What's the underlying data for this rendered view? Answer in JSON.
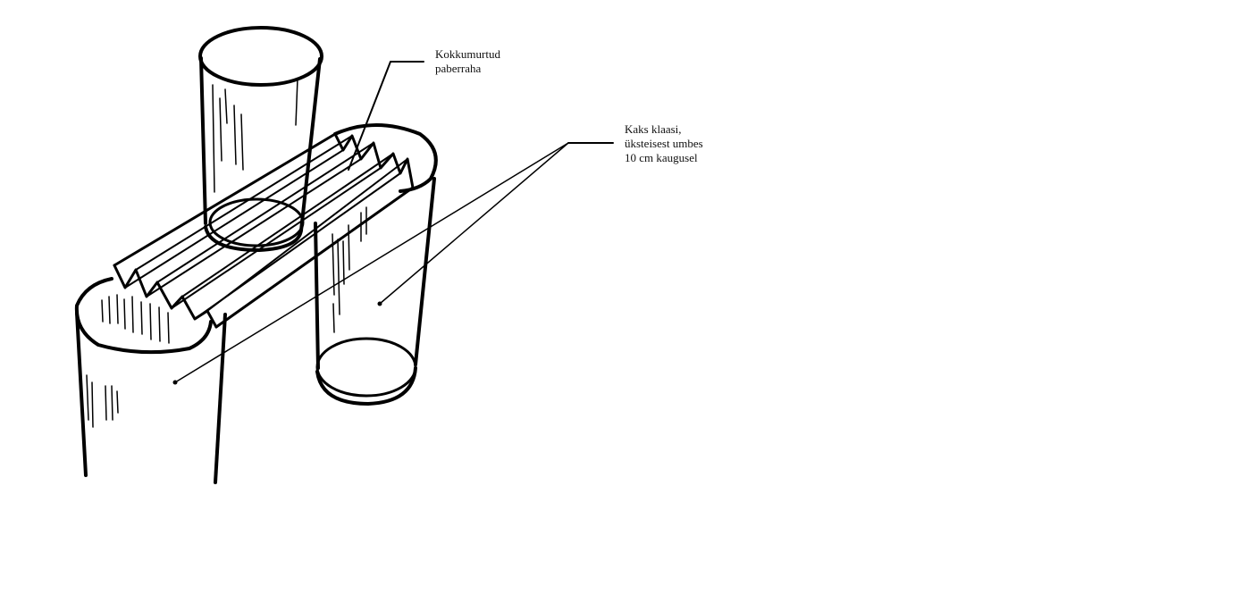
{
  "labels": {
    "money": [
      "Kokkumurtud",
      "paberraha"
    ],
    "glasses": [
      "Kaks klaasi,",
      "üksteisest umbes",
      "10 cm kaugusel"
    ]
  },
  "colors": {
    "ink": "#000000",
    "background": "#ffffff"
  }
}
